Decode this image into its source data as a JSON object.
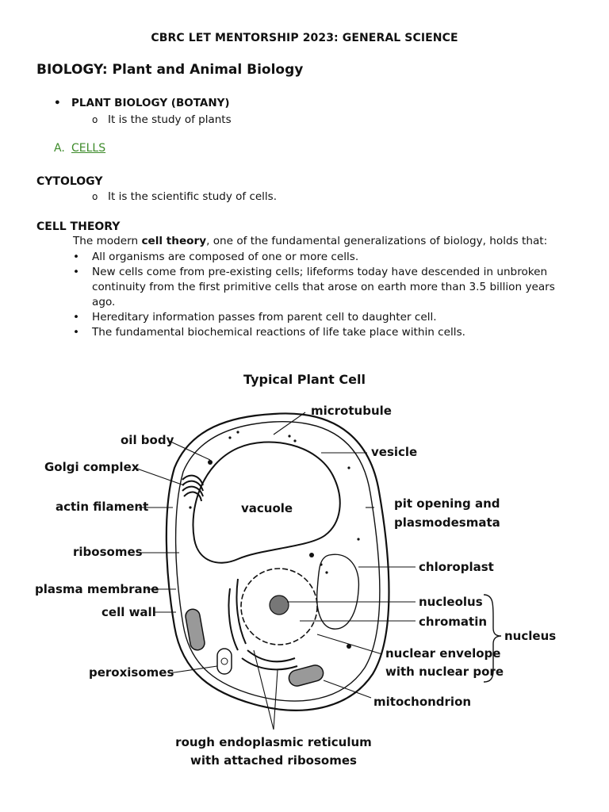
{
  "header": "CBRC LET MENTORSHIP 2023: GENERAL SCIENCE",
  "heading": "BIOLOGY: Plant and Animal Biology",
  "plant_biology": {
    "bullet": "•",
    "title": "PLANT BIOLOGY (BOTANY)",
    "sub_marker": "o",
    "sub": "It is the study of plants"
  },
  "section_a": {
    "letter": "A.",
    "label": "CELLS",
    "color": "#3d8b2a"
  },
  "cytology": {
    "title": "CYTOLOGY",
    "sub_marker": "o",
    "sub": "It is the scientific study of cells."
  },
  "cell_theory": {
    "title": "CELL THEORY",
    "intro_before": "The modern ",
    "intro_bold": "cell theory",
    "intro_after": ", one of the fundamental generalizations of biology, holds that:",
    "points": [
      "All organisms are composed of one or more cells.",
      "New cells come from pre-existing cells; lifeforms today have descended in unbroken continuity from the first primitive cells that arose on earth more than 3.5 billion years ago.",
      "Hereditary information passes from parent cell to daughter cell.",
      "The fundamental biochemical reactions of life take place within cells."
    ]
  },
  "figure": {
    "title": "Typical Plant Cell",
    "labels": {
      "microtubule": "microtubule",
      "oil_body": "oil body",
      "vesicle": "vesicle",
      "golgi": "Golgi complex",
      "actin": "actin filament",
      "vacuole": "vacuole",
      "pit1": "pit opening and",
      "pit2": "plasmodesmata",
      "ribosomes": "ribosomes",
      "chloroplast": "chloroplast",
      "plasma": "plasma membrane",
      "nucleolus": "nucleolus",
      "cellwall": "cell wall",
      "chromatin": "chromatin",
      "nucleus": "nucleus",
      "envelope1": "nuclear envelope",
      "envelope2": "with nuclear pore",
      "peroxisomes": "peroxisomes",
      "mitochondrion": "mitochondrion",
      "rer1": "rough endoplasmic reticulum",
      "rer2": "with attached ribosomes"
    }
  }
}
